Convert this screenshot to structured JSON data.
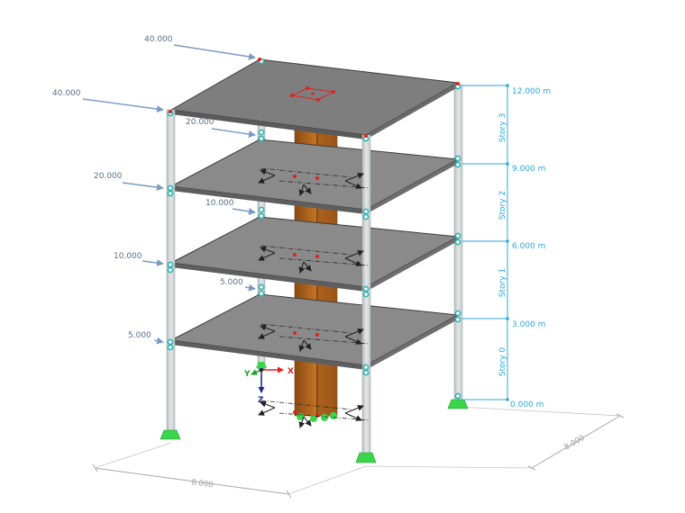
{
  "colors": {
    "slab": "#8a8a8a",
    "slab_edge": "#3c3c3c",
    "column": "#cfd4d4",
    "core": "#b5651d",
    "load_arrow": "#7a9bc0",
    "story_line": "#2aa7df",
    "support": "#39d64b",
    "node": "#2bb3b3",
    "dimension": "#a8a8a8"
  },
  "loads": {
    "roof_back": "40.000",
    "roof_front": "40.000",
    "story2_back": "20.000",
    "story2_front": "20.000",
    "story1_back": "10.000",
    "story1_front": "10.000",
    "story0_back": "5.000",
    "story0_front": "5.000"
  },
  "elevations": {
    "e0": "0.000 m",
    "e1": "3.000 m",
    "e2": "6.000 m",
    "e3": "9.000 m",
    "e4": "12.000 m"
  },
  "stories": {
    "s0": "Story 0",
    "s1": "Story 1",
    "s2": "Story 2",
    "s3": "Story 3"
  },
  "dimensions": {
    "width_x": "8.000",
    "width_y": "8.000"
  },
  "axes": {
    "x": "X",
    "y": "Y",
    "z": "Z"
  }
}
